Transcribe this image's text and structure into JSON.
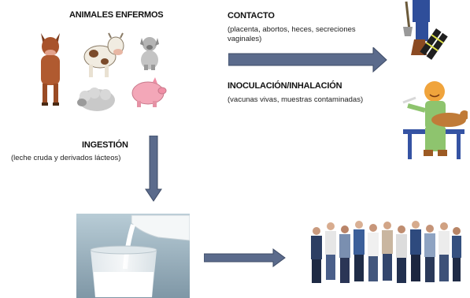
{
  "sources": {
    "title": "ANIMALES ENFERMOS",
    "animals": [
      "cow-icon",
      "dairy-cow-icon",
      "dog-icon",
      "sheep-icon",
      "pig-icon"
    ]
  },
  "contact": {
    "title": "CONTACTO",
    "detail_line1": "(placenta, abortos, heces, secreciones",
    "detail_line2": "vaginales)"
  },
  "inoculation": {
    "title": "INOCULACIÓN/INHALACIÓN",
    "detail": "(vacunas vivas, muestras contaminadas)"
  },
  "ingestion": {
    "title": "INGESTIÓN",
    "detail": "(leche cruda y derivados lácteos)"
  },
  "targets": {
    "farmer": "farmer-icon",
    "vet": "veterinarian-icon",
    "milk": "milk-glass-image",
    "people": "people-group-image"
  },
  "colors": {
    "arrow": "#5b6b8c",
    "arrow_edge": "#3e4b66"
  }
}
